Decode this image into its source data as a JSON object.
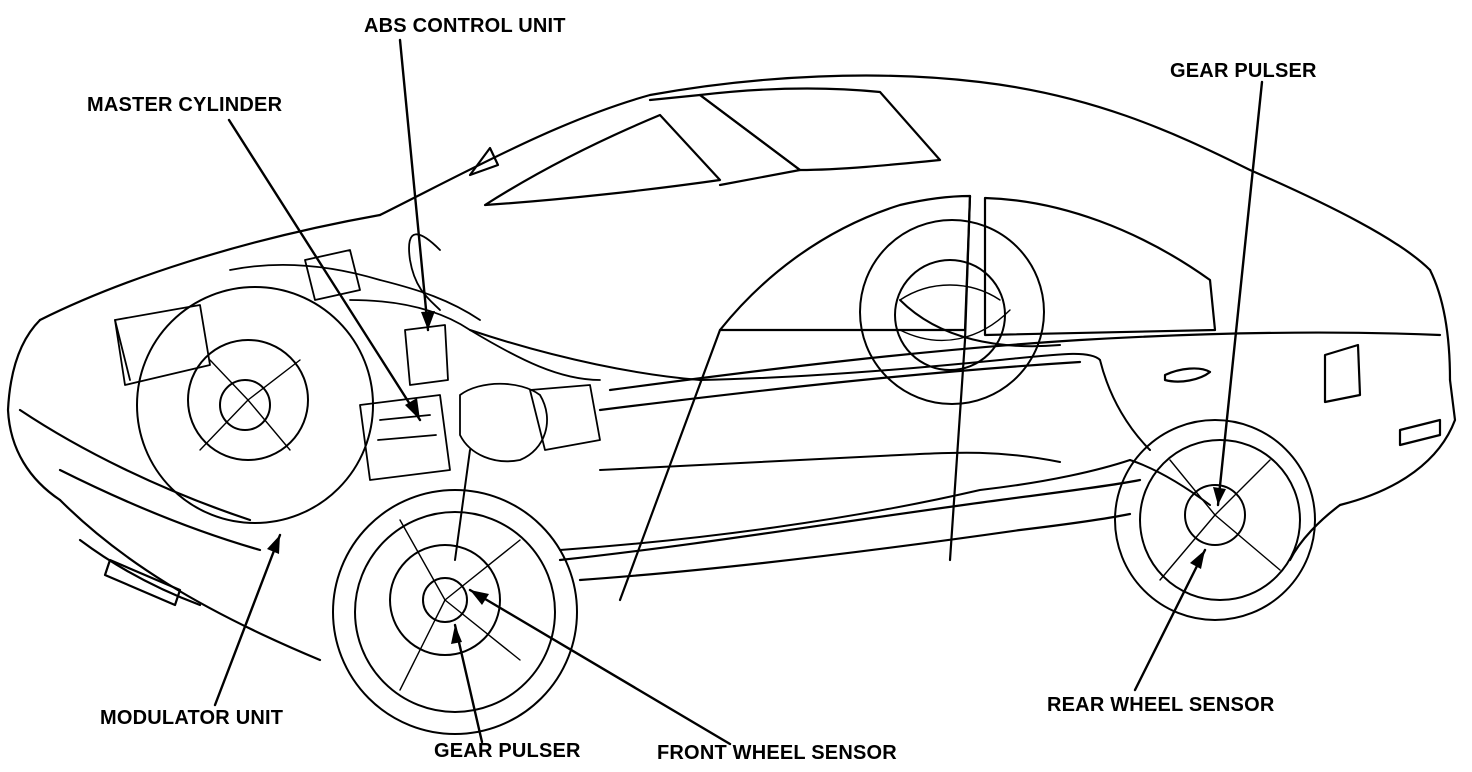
{
  "labels": {
    "abs_control_unit": "ABS CONTROL UNIT",
    "master_cylinder": "MASTER CYLINDER",
    "gear_pulser_rear": "GEAR PULSER",
    "modulator_unit": "MODULATOR UNIT",
    "gear_pulser_front": "GEAR PULSER",
    "front_wheel_sensor": "FRONT WHEEL SENSOR",
    "rear_wheel_sensor": "REAR WHEEL SENSOR"
  },
  "colors": {
    "ink": "#000000",
    "background": "#ffffff"
  }
}
